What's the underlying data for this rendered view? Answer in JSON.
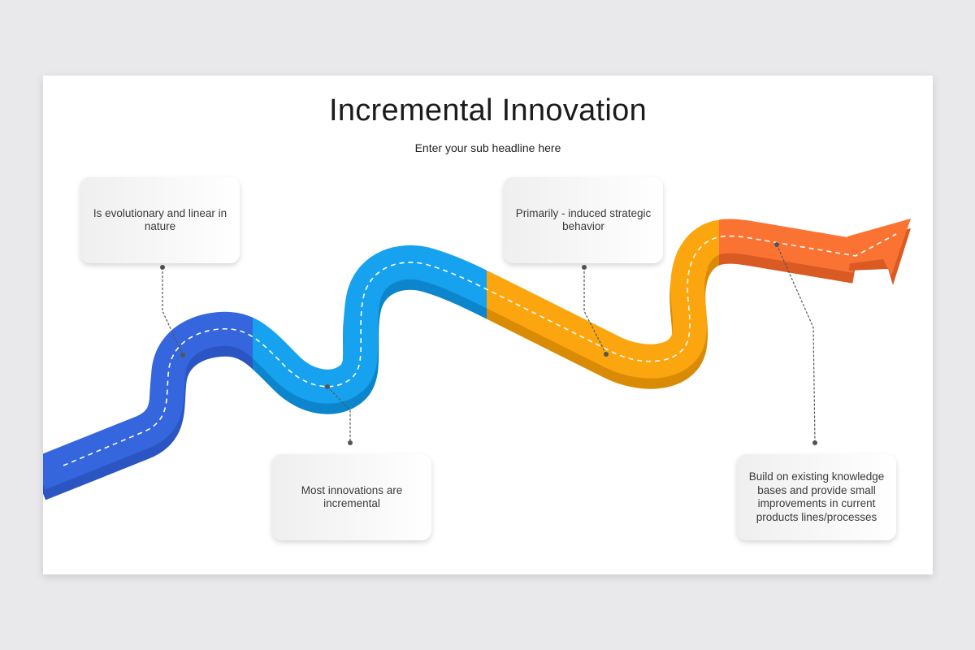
{
  "title": "Incremental Innovation",
  "subtitle": "Enter your sub headline here",
  "callouts": [
    {
      "text": "Is evolutionary and linear in nature"
    },
    {
      "text": "Most innovations are incremental"
    },
    {
      "text": "Primarily - induced strategic behavior"
    },
    {
      "text": "Build on existing knowledge bases and provide small improvements in current products lines/processes"
    }
  ],
  "colors": {
    "segment_1": "#3566dd",
    "segment_2": "#17a2f0",
    "segment_3": "#fba60f",
    "segment_4": "#fb7332",
    "background": "#e9e8ea",
    "slide": "#ffffff"
  }
}
